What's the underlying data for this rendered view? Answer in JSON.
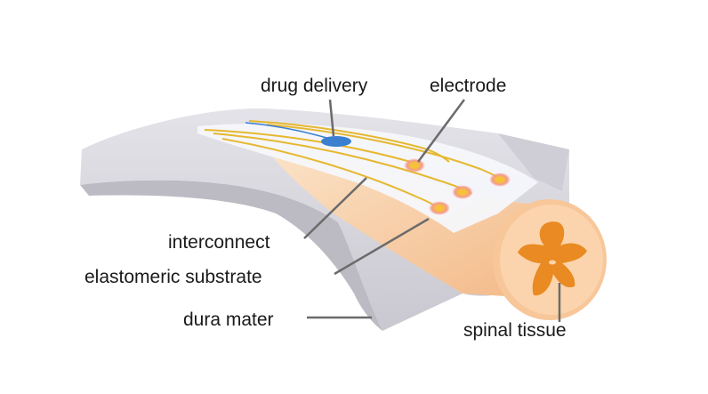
{
  "labels": {
    "drug_delivery": "drug delivery",
    "electrode": "electrode",
    "interconnect": "interconnect",
    "elastomeric_substrate": "elastomeric substrate",
    "dura_mater": "dura mater",
    "spinal_tissue": "spinal tissue"
  },
  "colors": {
    "dura": "#d9d8de",
    "dura_shadow": "#b3b2ba",
    "substrate": "#f6f7fb",
    "tissue": "#f7c79a",
    "tissue_face": "#fcd6b0",
    "grey_matter": "#e98a22",
    "interconnect": "#e6b830",
    "drug_delivery": "#3a7fd0",
    "electrode_core": "#f5c23a",
    "electrode_glow": "#f28a8a",
    "leader_line": "#6b6b6b"
  }
}
